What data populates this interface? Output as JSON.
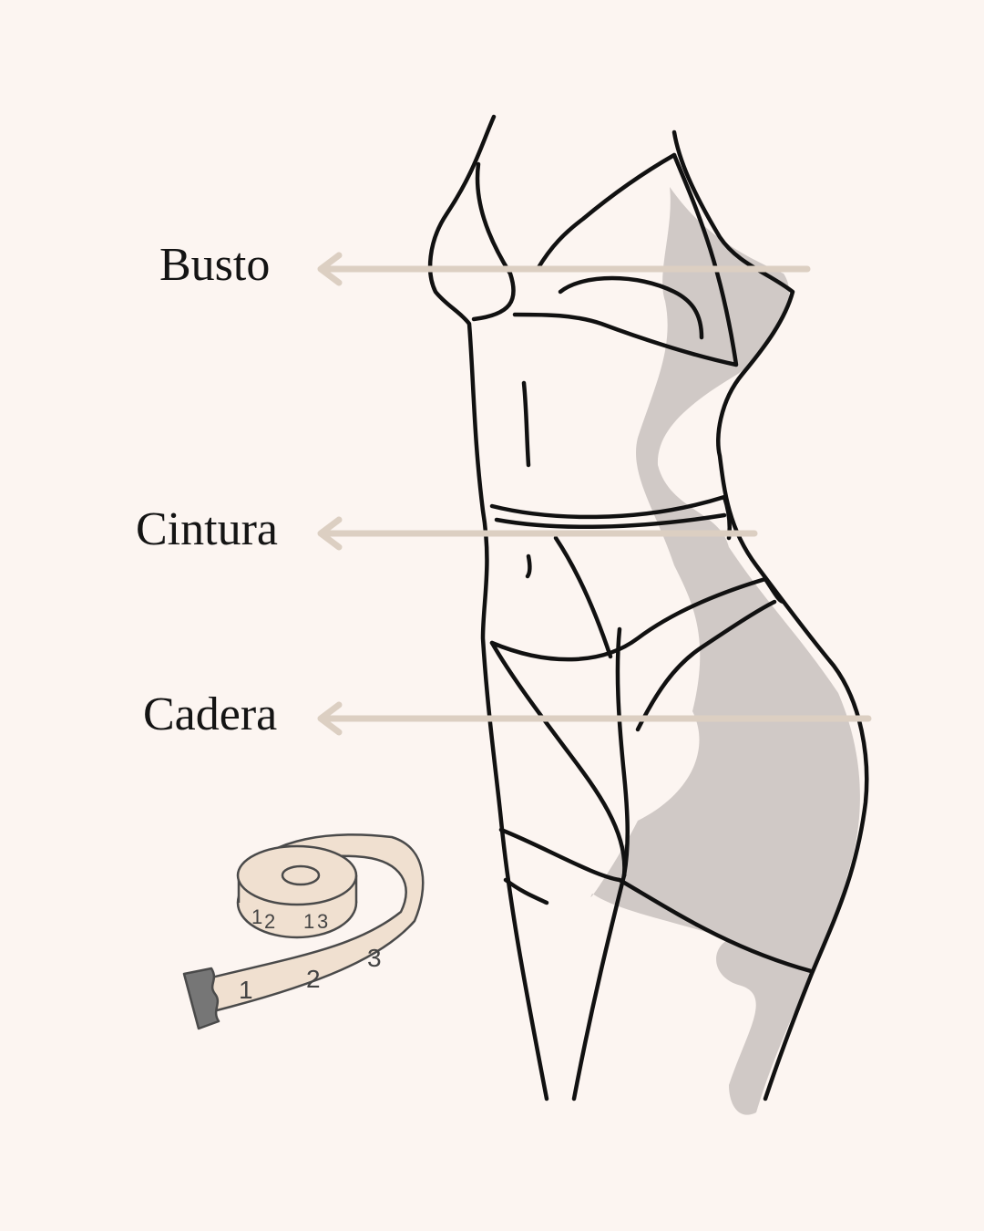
{
  "labels": {
    "bust": "Busto",
    "waist": "Cintura",
    "hip": "Cadera"
  },
  "tape_measure": {
    "roll_numbers": [
      "1",
      "2",
      "1",
      "3"
    ],
    "strip_numbers": [
      "1",
      "2",
      "3"
    ]
  },
  "colors": {
    "background": "#fcf5f1",
    "arrow": "#dccfc2",
    "shadow": "#cdc6c3",
    "tape": "#f0e0d0",
    "tape_tip": "#767676"
  }
}
